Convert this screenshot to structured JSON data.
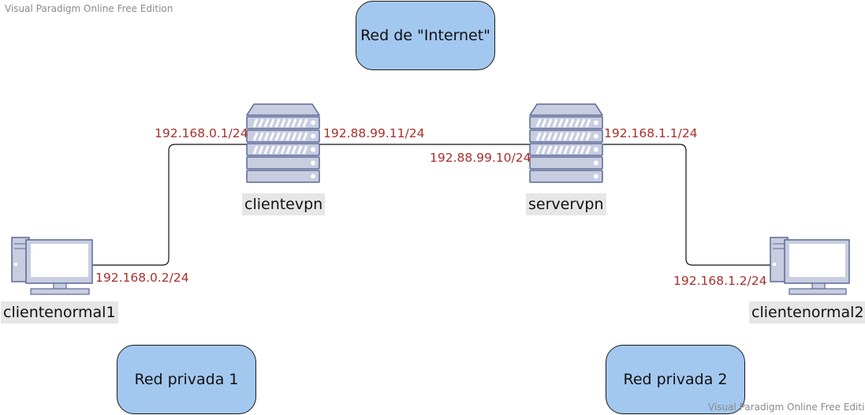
{
  "watermark": {
    "top": "Visual Paradigm Online Free Edition",
    "bottom": "Visual Paradigm Online Free Edition"
  },
  "networks": {
    "internet": "Red de \"Internet\"",
    "private1": "Red privada 1",
    "private2": "Red privada 2"
  },
  "nodes": {
    "clientevpn": "clientevpn",
    "servervpn": "servervpn",
    "clientenormal1": "clientenormal1",
    "clientenormal2": "clientenormal2"
  },
  "ips": {
    "clientevpn_private": "192.168.0.1/24",
    "clientevpn_public": "192.88.99.11/24",
    "servervpn_public": "192.88.99.10/24",
    "servervpn_private": "192.168.1.1/24",
    "clientenormal1": "192.168.0.2/24",
    "clientenormal2": "192.168.1.2/24"
  },
  "colors": {
    "network_fill": "#a3c8f0",
    "ip_text": "#a8302c",
    "device_fill": "#c8cde0",
    "device_stroke": "#5a6a96"
  },
  "icons": {
    "server": "server-rack-icon",
    "client": "desktop-computer-icon"
  }
}
